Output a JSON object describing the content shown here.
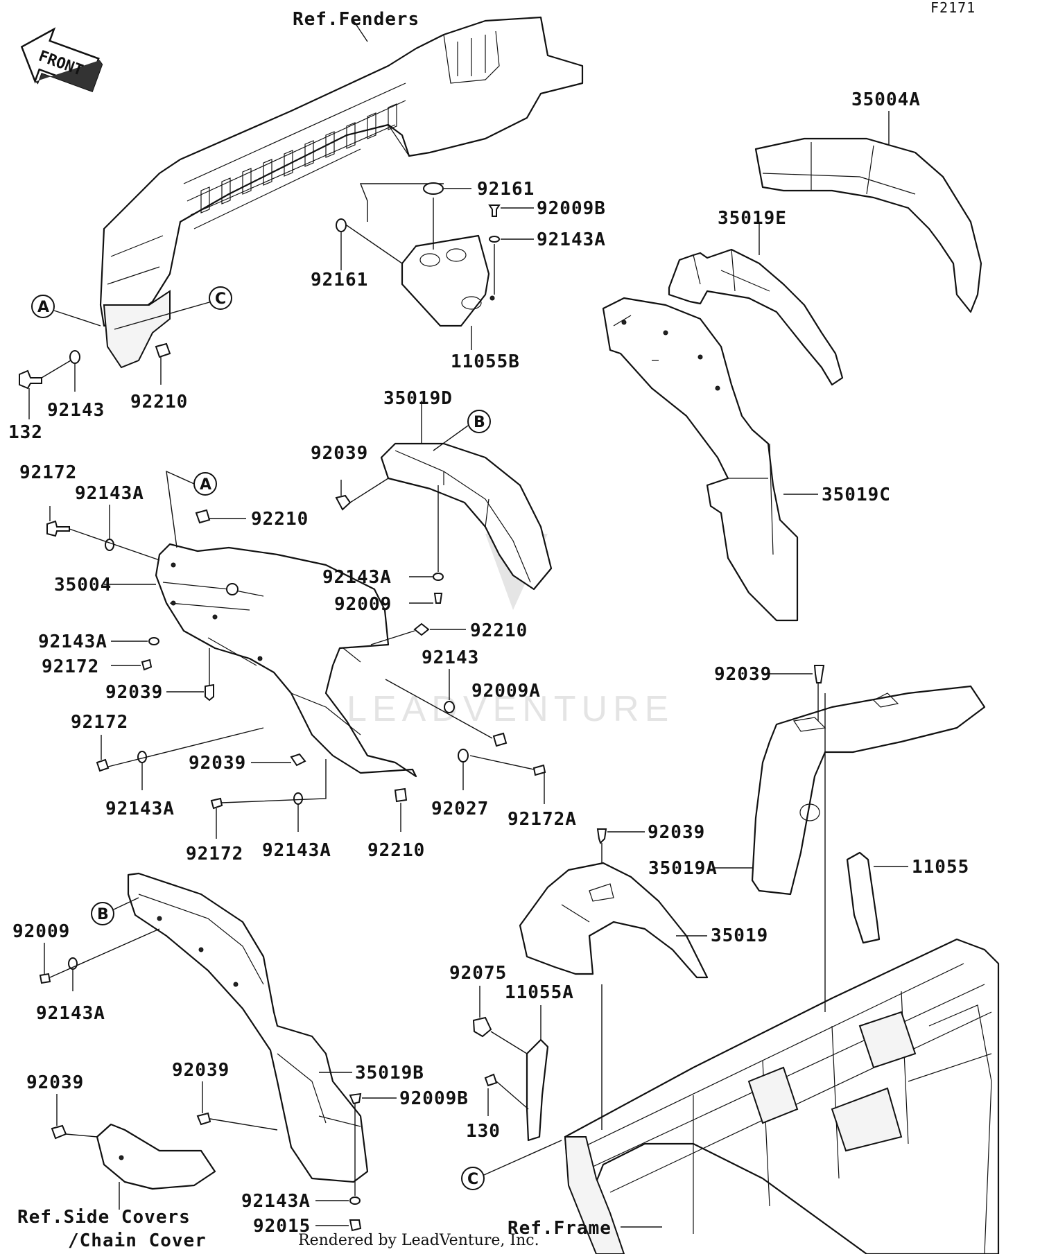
{
  "diagram_id": "F2171",
  "front_badge": "FRONT",
  "watermark": "LEADVENTURE",
  "credit": "Rendered by LeadVenture, Inc.",
  "refs": {
    "fenders": "Ref.Fenders",
    "frame": "Ref.Frame",
    "side_covers_1": "Ref.Side Covers",
    "side_covers_2": "/Chain Cover"
  },
  "callouts": {
    "a": "A",
    "b": "B",
    "c": "C"
  },
  "labels": {
    "p92161_top": "92161",
    "p92009B_top": "92009B",
    "p92143A_top": "92143A",
    "p92161_left": "92161",
    "p11055B": "11055B",
    "p132": "132",
    "p92143_tl": "92143",
    "p92210_tl": "92210",
    "p35004A": "35004A",
    "p35019E": "35019E",
    "p35019C": "35019C",
    "p35019D": "35019D",
    "p92039_m1": "92039",
    "p92172_a": "92172",
    "p92143A_a": "92143A",
    "p92210_m1": "92210",
    "p35004": "35004",
    "p92143A_m1": "92143A",
    "p92009_m": "92009",
    "p92210_m2": "92210",
    "p92143A_m2": "92143A",
    "p92172_m2": "92172",
    "p92143_m": "92143",
    "p92009A": "92009A",
    "p92039_m2": "92039",
    "p92172_m3": "92172",
    "p92039_m3": "92039",
    "p92143A_m3": "92143A",
    "p92027": "92027",
    "p92172A": "92172A",
    "p92172_m4": "92172",
    "p92143A_m4": "92143A",
    "p92210_m3": "92210",
    "p92039_r1": "92039",
    "p92039_r2": "92039",
    "p35019A": "35019A",
    "p11055": "11055",
    "p35019": "35019",
    "p92075": "92075",
    "p11055A": "11055A",
    "p130": "130",
    "p92009_bl": "92009",
    "p92143A_bl": "92143A",
    "p92039_bl1": "92039",
    "p92039_bl2": "92039",
    "p35019B": "35019B",
    "p92009B_b": "92009B",
    "p92143A_b": "92143A",
    "p92015": "92015"
  }
}
